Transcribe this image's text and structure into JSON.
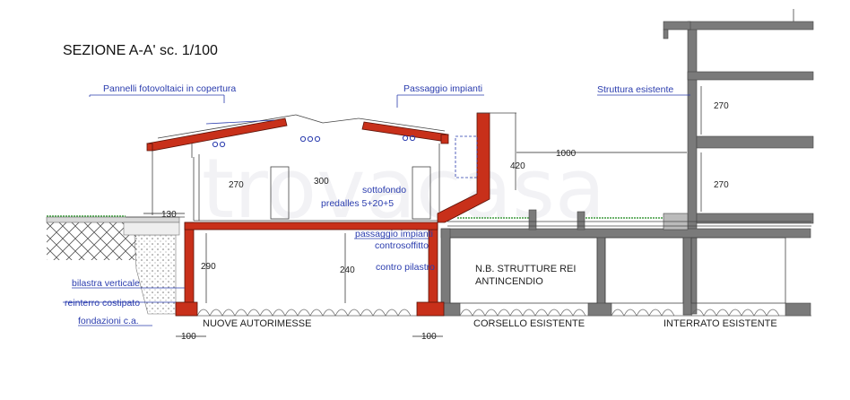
{
  "title": "SEZIONE A-A' sc. 1/100",
  "watermark": "trovacasa",
  "annotations": {
    "pannelli": "Pannelli fotovoltaici in copertura",
    "passaggio_top": "Passaggio impianti",
    "struttura": "Struttura esistente",
    "sottofondo": "sottofondo",
    "predalles": "predalles 5+20+5",
    "passaggio_mid": "passaggio impianti",
    "controsoffitto": "controsoffitto",
    "contro_pilastro": "contro pilastro",
    "bilastra": "bilastra verticale",
    "reinterro": "reinterro costipato",
    "fondazioni": "fondazioni c.a."
  },
  "notes": {
    "nb_line1": "N.B. STRUTTURE REI",
    "nb_line2": "ANTINCENDIO"
  },
  "zones": {
    "nuove": "NUOVE AUTORIMESSE",
    "corsello": "CORSELLO ESISTENTE",
    "interrato": "INTERRATO ESISTENTE"
  },
  "dimensions": {
    "d130": "130",
    "d270a": "270",
    "d300": "300",
    "d420": "420",
    "d1000": "1000",
    "d270b": "270",
    "d270c": "270",
    "d290": "290",
    "d240": "240",
    "d100a": "100",
    "d100b": "100"
  },
  "colors": {
    "structure_new": "#c8301a",
    "structure_existing": "#7a7a7a",
    "annotation": "#2a3cae",
    "grass": "#3e9a3e"
  }
}
